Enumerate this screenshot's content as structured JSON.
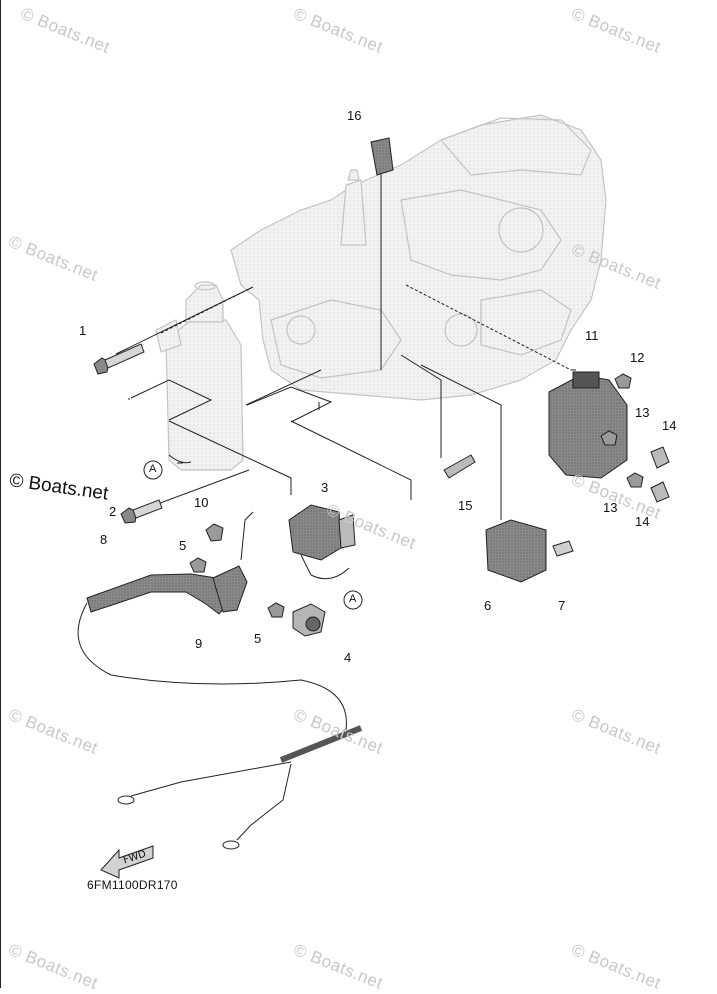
{
  "diagram": {
    "code": "6FM1100DR170",
    "fwd_label": "FWD",
    "callouts": {
      "c1": "1",
      "c2": "2",
      "c3": "3",
      "c4": "4",
      "c5a": "5",
      "c5b": "5",
      "c6": "6",
      "c7": "7",
      "c8": "8",
      "c9": "9",
      "c10": "10",
      "c11": "11",
      "c12": "12",
      "c13a": "13",
      "c13b": "13",
      "c14a": "14",
      "c14b": "14",
      "c15": "15",
      "c16": "16",
      "ca1": "A",
      "ca2": "A"
    }
  },
  "watermark": {
    "text": "© Boats.net",
    "strong_text": "© Boats.net"
  }
}
